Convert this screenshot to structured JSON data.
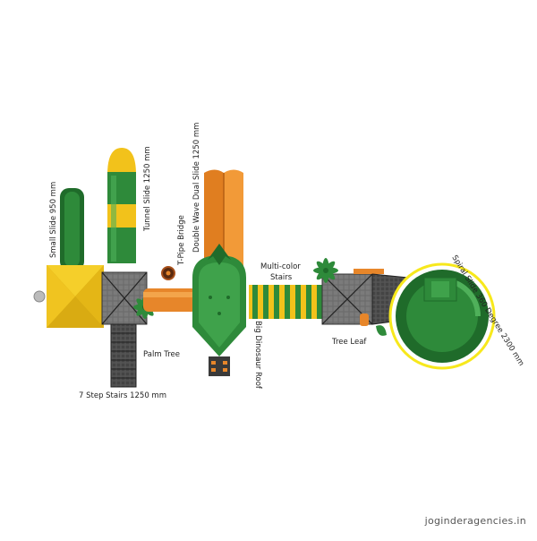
{
  "labels": {
    "small_slide": "Small Slide 950 mm",
    "tunnel_slide": "Tunnel Slide 1250 mm",
    "t_pipe_bridge": "T-Pipe Bridge",
    "double_wave_slide": "Double Wave Dual Slide 1250 mm",
    "multi_color_stairs": "Multi-color Stairs",
    "palm_tree": "Palm Tree",
    "step_stairs": "7 Step Stairs 1250 mm",
    "big_dinosaur_roof": "Big Dinosaur Roof",
    "tree_leaf": "Tree Leaf",
    "spiral_slide": "Spiral Slide 360 Degree 2300 mm"
  },
  "watermark": "joginderagencies.in",
  "colors": {
    "yellow": "#f2c21b",
    "green": "#2e8a3a",
    "dark_green": "#1f6b2a",
    "orange": "#e7862a",
    "grey_deck": "#6f6f6f",
    "dark_deck": "#3a3a3a",
    "spiral_ring": "#f7e81c"
  }
}
